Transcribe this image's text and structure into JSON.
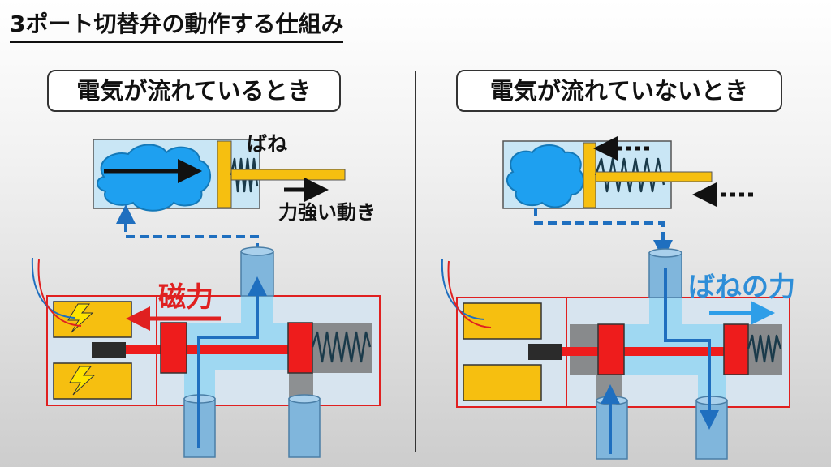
{
  "title": "3ポート切替弁の動作する仕組み",
  "left": {
    "label": "電気が流れているとき",
    "spring_text": "ばね",
    "force_text": "力強い動き",
    "magnet_text": "磁力"
  },
  "right": {
    "label": "電気が流れていないとき",
    "spring_force_text": "ばねの力"
  },
  "colors": {
    "cloud": "#1ea0f0",
    "pipe": "#80b6dc",
    "flow": "#1f6fbf",
    "red_frame": "#e02020",
    "coil": "#f6bf10",
    "piston": "#ee1c1c",
    "chamber": "#9fd8f2"
  },
  "icons": [
    "lightning-icon",
    "spring-icon",
    "cloud-icon",
    "arrow-icon"
  ]
}
